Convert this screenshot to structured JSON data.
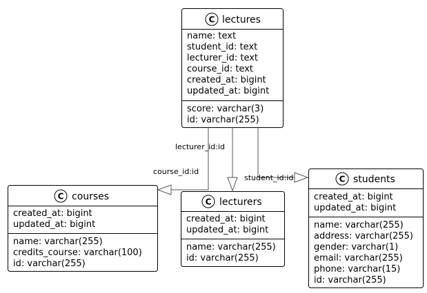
{
  "classes": {
    "lectures": {
      "badge": "C",
      "name": "lectures",
      "fields": [
        "name: text",
        "student_id: text",
        "lecturer_id: text",
        "course_id: text",
        "created_at: bigint",
        "updated_at: bigint"
      ],
      "methods": [
        "score: varchar(3)",
        "id: varchar(255)"
      ]
    },
    "courses": {
      "badge": "C",
      "name": "courses",
      "fields": [
        "created_at: bigint",
        "updated_at: bigint"
      ],
      "methods": [
        "name: varchar(255)",
        "credits_course: varchar(100)",
        "id: varchar(255)"
      ]
    },
    "lecturers": {
      "badge": "C",
      "name": "lecturers",
      "fields": [
        "created_at: bigint",
        "updated_at: bigint"
      ],
      "methods": [
        "name: varchar(255)",
        "id: varchar(255)"
      ]
    },
    "students": {
      "badge": "C",
      "name": "students",
      "fields": [
        "created_at: bigint",
        "updated_at: bigint"
      ],
      "methods": [
        "name: varchar(255)",
        "address: varchar(255)",
        "gender: varchar(1)",
        "email: varchar(255)",
        "phone: varchar(15)",
        "id: varchar(255)"
      ]
    }
  },
  "edges": {
    "lecturer": "lecturer_id:id",
    "course": "course_id:id",
    "student": "student_id:id"
  },
  "colors": {
    "badge_fill": "#ffffff",
    "border": "#000000",
    "edge": "#555555"
  }
}
